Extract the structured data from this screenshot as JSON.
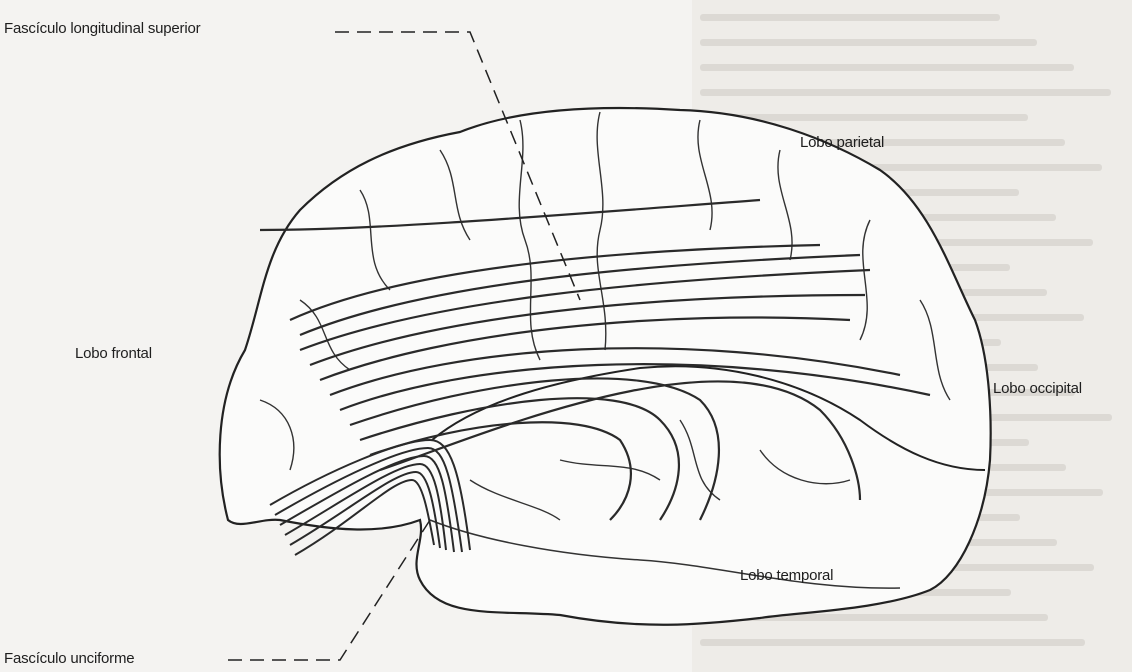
{
  "labels": {
    "superior": "Fascículo longitudinal superior",
    "parietal": "Lobo parietal",
    "frontal": "Lobo frontal",
    "occipital": "Lobo occipital",
    "temporal": "Lobo temporal",
    "unciforme": "Fascículo unciforme"
  }
}
